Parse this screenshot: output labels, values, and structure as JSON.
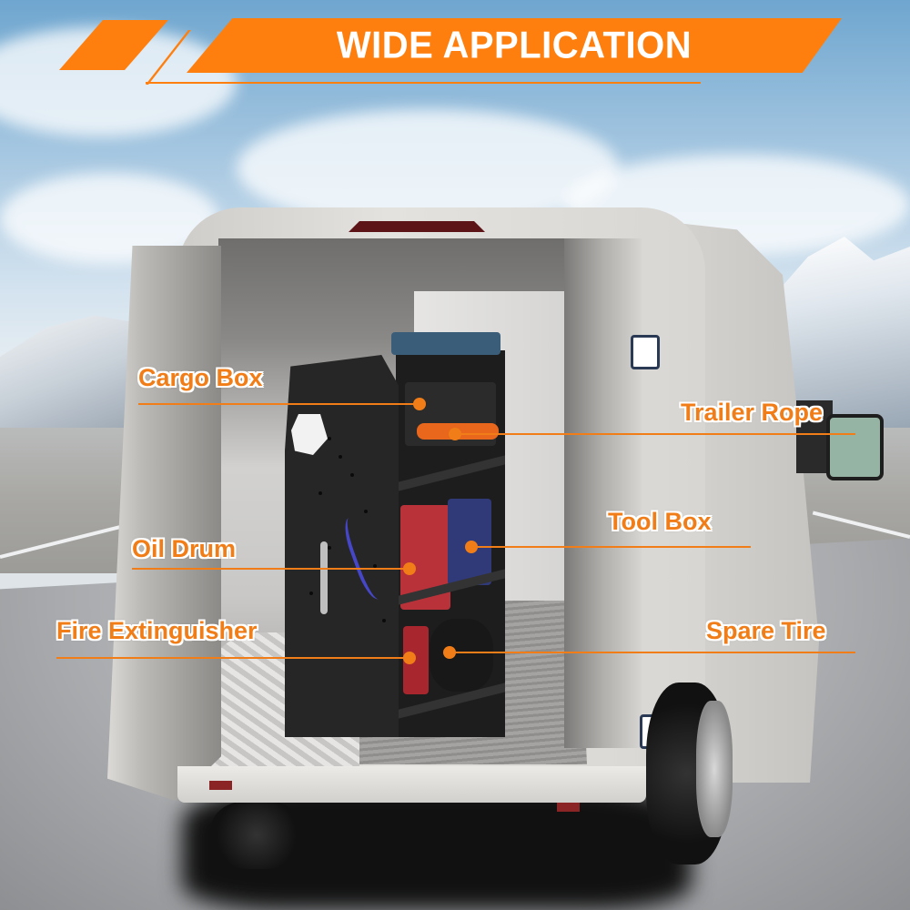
{
  "banner": {
    "title": "WIDE APPLICATION",
    "color": "#ff7f0e"
  },
  "labels": [
    {
      "id": "cargo-box",
      "text": "Cargo Box"
    },
    {
      "id": "trailer-rope",
      "text": "Trailer Rope"
    },
    {
      "id": "tool-box",
      "text": "Tool Box"
    },
    {
      "id": "oil-drum",
      "text": "Oil Drum"
    },
    {
      "id": "fire-extinguisher",
      "text": "Fire Extinguisher"
    },
    {
      "id": "spare-tire",
      "text": "Spare Tire"
    }
  ],
  "colors": {
    "label_orange": "#f07d17",
    "shelf_black": "#262626",
    "van_white": "#e4e2de",
    "sky_blue": "#6fa6cf"
  }
}
